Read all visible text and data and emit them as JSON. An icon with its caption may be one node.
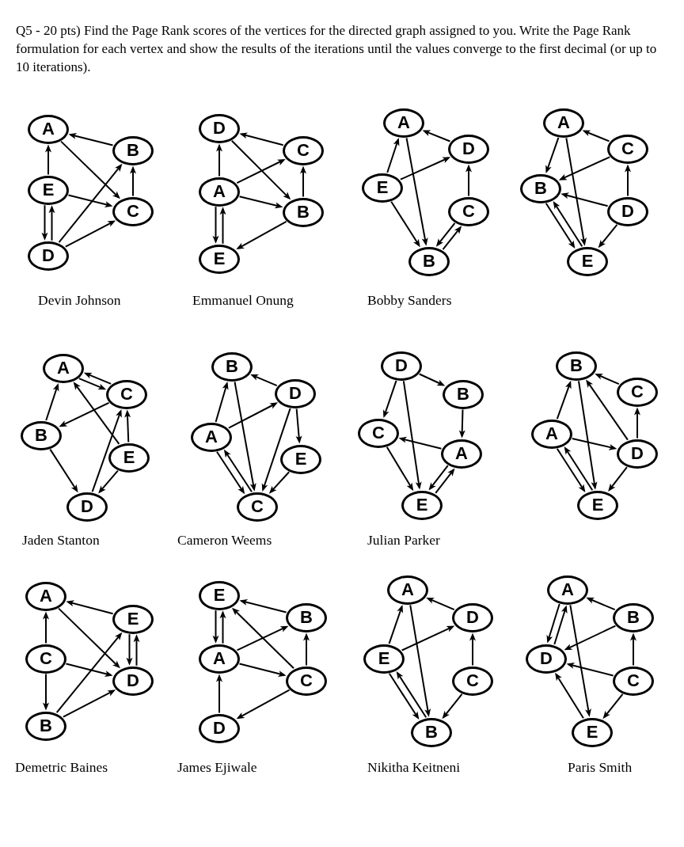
{
  "diagram": {
    "title": "Q5 - 20 pts) Find the Page Rank scores of the vertices for the directed graph assigned to you. Write the Page Rank formulation for each vertex and show the results of the iterations until the values converge to the first decimal (or up to 10 iterations).",
    "nodes": [
      {
        "text": [
          "A"
        ]
      },
      {
        "text": [
          "B"
        ]
      },
      {
        "text": [
          "E"
        ]
      },
      {
        "text": [
          "C"
        ]
      },
      {
        "text": [
          "D"
        ]
      },
      {
        "text": [
          "D"
        ]
      },
      {
        "text": [
          "C"
        ]
      },
      {
        "text": [
          "A"
        ]
      },
      {
        "text": [
          "B"
        ]
      },
      {
        "text": [
          "E"
        ]
      },
      {
        "text": [
          "A"
        ]
      },
      {
        "text": [
          "D"
        ]
      },
      {
        "text": [
          "E"
        ]
      },
      {
        "text": [
          "C"
        ]
      },
      {
        "text": [
          "B"
        ]
      },
      {
        "text": [
          "A"
        ]
      },
      {
        "text": [
          "C"
        ]
      },
      {
        "text": [
          "B"
        ]
      },
      {
        "text": [
          "D"
        ]
      },
      {
        "text": [
          "E"
        ]
      },
      {
        "text": [
          "A"
        ]
      },
      {
        "text": [
          "C"
        ]
      },
      {
        "text": [
          "B"
        ]
      },
      {
        "text": [
          "E"
        ]
      },
      {
        "text": [
          "D"
        ]
      },
      {
        "text": [
          "B"
        ]
      },
      {
        "text": [
          "D"
        ]
      },
      {
        "text": [
          "A"
        ]
      },
      {
        "text": [
          "E"
        ]
      },
      {
        "text": [
          "C"
        ]
      },
      {
        "text": [
          "D"
        ]
      },
      {
        "text": [
          "B"
        ]
      },
      {
        "text": [
          "C"
        ]
      },
      {
        "text": [
          "A"
        ]
      },
      {
        "text": [
          "E"
        ]
      },
      {
        "text": [
          "B"
        ]
      },
      {
        "text": [
          "C"
        ]
      },
      {
        "text": [
          "A"
        ]
      },
      {
        "text": [
          "D"
        ]
      },
      {
        "text": [
          "E"
        ]
      },
      {
        "text": [
          "A"
        ]
      },
      {
        "text": [
          "E"
        ]
      },
      {
        "text": [
          "C"
        ]
      },
      {
        "text": [
          "D"
        ]
      },
      {
        "text": [
          "B"
        ]
      },
      {
        "text": [
          "E"
        ]
      },
      {
        "text": [
          "B"
        ]
      },
      {
        "text": [
          "A"
        ]
      },
      {
        "text": [
          "C"
        ]
      },
      {
        "text": [
          "D"
        ]
      },
      {
        "text": [
          "A"
        ]
      },
      {
        "text": [
          "D"
        ]
      },
      {
        "text": [
          "E"
        ]
      },
      {
        "text": [
          "C"
        ]
      },
      {
        "text": [
          "B"
        ]
      },
      {
        "text": [
          "A"
        ]
      },
      {
        "text": [
          "B"
        ]
      },
      {
        "text": [
          "D"
        ]
      },
      {
        "text": [
          "C"
        ]
      },
      {
        "text": [
          "E"
        ]
      }
    ],
    "edges": [
      {
        "from": 1,
        "to": 0,
        "arrow": "to"
      },
      {
        "from": 0,
        "to": 3,
        "arrow": "to"
      },
      {
        "from": 2,
        "to": 0,
        "arrow": "to"
      },
      {
        "from": 2,
        "to": 3,
        "arrow": "to"
      },
      {
        "from": 2,
        "to": 4,
        "arrow": "to"
      },
      {
        "from": 4,
        "to": 2,
        "arrow": "to"
      },
      {
        "from": 4,
        "to": 1,
        "arrow": "to"
      },
      {
        "from": 4,
        "to": 3,
        "arrow": "to"
      },
      {
        "from": 3,
        "to": 1,
        "arrow": "to"
      },
      {
        "from": 6,
        "to": 5,
        "arrow": "to"
      },
      {
        "from": 7,
        "to": 5,
        "arrow": "to"
      },
      {
        "from": 7,
        "to": 6,
        "arrow": "to"
      },
      {
        "from": 5,
        "to": 8,
        "arrow": "to"
      },
      {
        "from": 7,
        "to": 8,
        "arrow": "to"
      },
      {
        "from": 8,
        "to": 6,
        "arrow": "to"
      },
      {
        "from": 7,
        "to": 9,
        "arrow": "to"
      },
      {
        "from": 9,
        "to": 7,
        "arrow": "to"
      },
      {
        "from": 8,
        "to": 9,
        "arrow": "to"
      },
      {
        "from": 11,
        "to": 10,
        "arrow": "to"
      },
      {
        "from": 12,
        "to": 10,
        "arrow": "to"
      },
      {
        "from": 10,
        "to": 14,
        "arrow": "to"
      },
      {
        "from": 12,
        "to": 11,
        "arrow": "to"
      },
      {
        "from": 13,
        "to": 11,
        "arrow": "to"
      },
      {
        "from": 12,
        "to": 14,
        "arrow": "to"
      },
      {
        "from": 13,
        "to": 14,
        "arrow": "to"
      },
      {
        "from": 14,
        "to": 13,
        "arrow": "to"
      },
      {
        "from": 16,
        "to": 15,
        "arrow": "to"
      },
      {
        "from": 15,
        "to": 17,
        "arrow": "to"
      },
      {
        "from": 15,
        "to": 19,
        "arrow": "to"
      },
      {
        "from": 16,
        "to": 17,
        "arrow": "to"
      },
      {
        "from": 18,
        "to": 16,
        "arrow": "to"
      },
      {
        "from": 18,
        "to": 17,
        "arrow": "to"
      },
      {
        "from": 17,
        "to": 19,
        "arrow": "to"
      },
      {
        "from": 19,
        "to": 17,
        "arrow": "to"
      },
      {
        "from": 18,
        "to": 19,
        "arrow": "to"
      },
      {
        "from": 21,
        "to": 20,
        "arrow": "to"
      },
      {
        "from": 20,
        "to": 21,
        "arrow": "to"
      },
      {
        "from": 22,
        "to": 20,
        "arrow": "to"
      },
      {
        "from": 21,
        "to": 22,
        "arrow": "to"
      },
      {
        "from": 23,
        "to": 20,
        "arrow": "to"
      },
      {
        "from": 23,
        "to": 21,
        "arrow": "to"
      },
      {
        "from": 22,
        "to": 24,
        "arrow": "to"
      },
      {
        "from": 24,
        "to": 21,
        "arrow": "to"
      },
      {
        "from": 23,
        "to": 24,
        "arrow": "to"
      },
      {
        "from": 26,
        "to": 25,
        "arrow": "to"
      },
      {
        "from": 27,
        "to": 25,
        "arrow": "to"
      },
      {
        "from": 25,
        "to": 29,
        "arrow": "to"
      },
      {
        "from": 27,
        "to": 26,
        "arrow": "to"
      },
      {
        "from": 26,
        "to": 28,
        "arrow": "to"
      },
      {
        "from": 26,
        "to": 29,
        "arrow": "to"
      },
      {
        "from": 28,
        "to": 29,
        "arrow": "to"
      },
      {
        "from": 27,
        "to": 29,
        "arrow": "to"
      },
      {
        "from": 29,
        "to": 27,
        "arrow": "to"
      },
      {
        "from": 30,
        "to": 31,
        "arrow": "to"
      },
      {
        "from": 30,
        "to": 32,
        "arrow": "to"
      },
      {
        "from": 30,
        "to": 34,
        "arrow": "to"
      },
      {
        "from": 31,
        "to": 33,
        "arrow": "to"
      },
      {
        "from": 33,
        "to": 32,
        "arrow": "to"
      },
      {
        "from": 32,
        "to": 34,
        "arrow": "to"
      },
      {
        "from": 34,
        "to": 33,
        "arrow": "to"
      },
      {
        "from": 33,
        "to": 34,
        "arrow": "to"
      },
      {
        "from": 36,
        "to": 35,
        "arrow": "to"
      },
      {
        "from": 37,
        "to": 35,
        "arrow": "to"
      },
      {
        "from": 35,
        "to": 39,
        "arrow": "to"
      },
      {
        "from": 38,
        "to": 35,
        "arrow": "to"
      },
      {
        "from": 38,
        "to": 36,
        "arrow": "to"
      },
      {
        "from": 37,
        "to": 38,
        "arrow": "to"
      },
      {
        "from": 38,
        "to": 39,
        "arrow": "to"
      },
      {
        "from": 37,
        "to": 39,
        "arrow": "to"
      },
      {
        "from": 39,
        "to": 37,
        "arrow": "to"
      },
      {
        "from": 41,
        "to": 40,
        "arrow": "to"
      },
      {
        "from": 40,
        "to": 43,
        "arrow": "to"
      },
      {
        "from": 42,
        "to": 40,
        "arrow": "to"
      },
      {
        "from": 42,
        "to": 43,
        "arrow": "to"
      },
      {
        "from": 42,
        "to": 44,
        "arrow": "to"
      },
      {
        "from": 44,
        "to": 41,
        "arrow": "to"
      },
      {
        "from": 44,
        "to": 43,
        "arrow": "to"
      },
      {
        "from": 41,
        "to": 43,
        "arrow": "to"
      },
      {
        "from": 43,
        "to": 41,
        "arrow": "to"
      },
      {
        "from": 46,
        "to": 45,
        "arrow": "to"
      },
      {
        "from": 45,
        "to": 47,
        "arrow": "to"
      },
      {
        "from": 47,
        "to": 45,
        "arrow": "to"
      },
      {
        "from": 47,
        "to": 46,
        "arrow": "to"
      },
      {
        "from": 47,
        "to": 48,
        "arrow": "to"
      },
      {
        "from": 48,
        "to": 45,
        "arrow": "to"
      },
      {
        "from": 48,
        "to": 46,
        "arrow": "to"
      },
      {
        "from": 49,
        "to": 47,
        "arrow": "to"
      },
      {
        "from": 48,
        "to": 49,
        "arrow": "to"
      },
      {
        "from": 51,
        "to": 50,
        "arrow": "to"
      },
      {
        "from": 52,
        "to": 50,
        "arrow": "to"
      },
      {
        "from": 50,
        "to": 54,
        "arrow": "to"
      },
      {
        "from": 52,
        "to": 51,
        "arrow": "to"
      },
      {
        "from": 53,
        "to": 51,
        "arrow": "to"
      },
      {
        "from": 52,
        "to": 54,
        "arrow": "to"
      },
      {
        "from": 54,
        "to": 52,
        "arrow": "to"
      },
      {
        "from": 53,
        "to": 54,
        "arrow": "to"
      },
      {
        "from": 56,
        "to": 55,
        "arrow": "to"
      },
      {
        "from": 57,
        "to": 55,
        "arrow": "to"
      },
      {
        "from": 55,
        "to": 57,
        "arrow": "to"
      },
      {
        "from": 55,
        "to": 59,
        "arrow": "to"
      },
      {
        "from": 56,
        "to": 57,
        "arrow": "to"
      },
      {
        "from": 58,
        "to": 56,
        "arrow": "to"
      },
      {
        "from": 58,
        "to": 57,
        "arrow": "to"
      },
      {
        "from": 58,
        "to": 59,
        "arrow": "to"
      },
      {
        "from": 59,
        "to": 57,
        "arrow": "to"
      }
    ],
    "labels": [
      "Devin Johnson",
      "Emmanuel Onung",
      "Bobby Sanders",
      "Jaden Stanton",
      "Cameron Weems",
      "Julian Parker",
      "Demetric Baines",
      "James Ejiwale",
      "Nikitha Keitneni",
      "Paris Smith"
    ]
  }
}
